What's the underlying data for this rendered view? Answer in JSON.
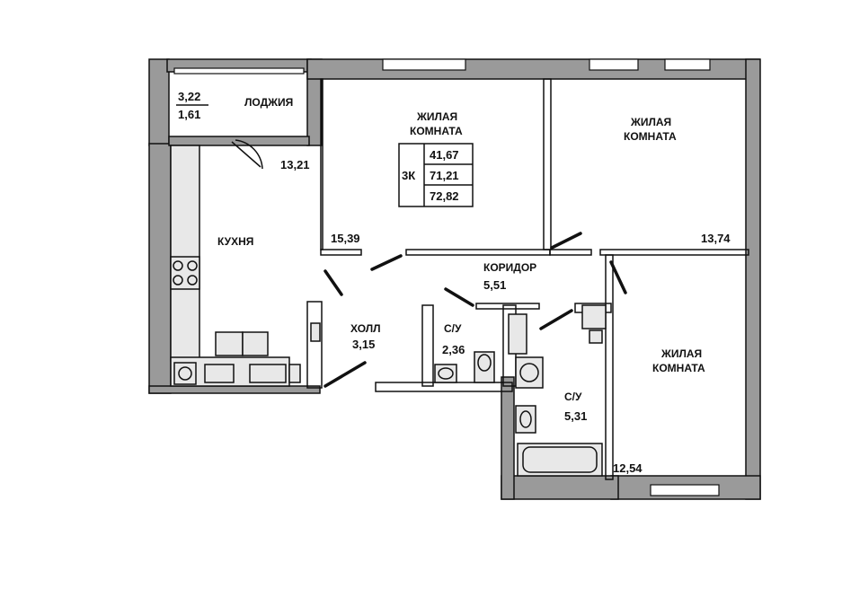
{
  "apartment": {
    "type": "3К",
    "area_living": "41,67",
    "area_total": "71,21",
    "area_with_loggia": "72,82"
  },
  "rooms": {
    "loggia": {
      "label": "ЛОДЖИЯ",
      "area_full": "3,22",
      "area_reduced": "1,61"
    },
    "kitchen": {
      "label": "КУХНЯ",
      "area": "13,21"
    },
    "living1": {
      "label_line1": "ЖИЛАЯ",
      "label_line2": "КОМНАТА",
      "area": "15,39"
    },
    "living2": {
      "label_line1": "ЖИЛАЯ",
      "label_line2": "КОМНАТА",
      "area": "13,74"
    },
    "living3": {
      "label_line1": "ЖИЛАЯ",
      "label_line2": "КОМНАТА",
      "area": "12,54"
    },
    "corridor": {
      "label": "КОРИДОР",
      "area": "5,51"
    },
    "hall": {
      "label": "ХОЛЛ",
      "area": "3,15"
    },
    "wc": {
      "label": "С/У",
      "area": "2,36"
    },
    "bath": {
      "label": "С/У",
      "area": "5,31"
    }
  },
  "colors": {
    "wall": "#9a9a9a",
    "line": "#111111",
    "background": "#ffffff"
  }
}
